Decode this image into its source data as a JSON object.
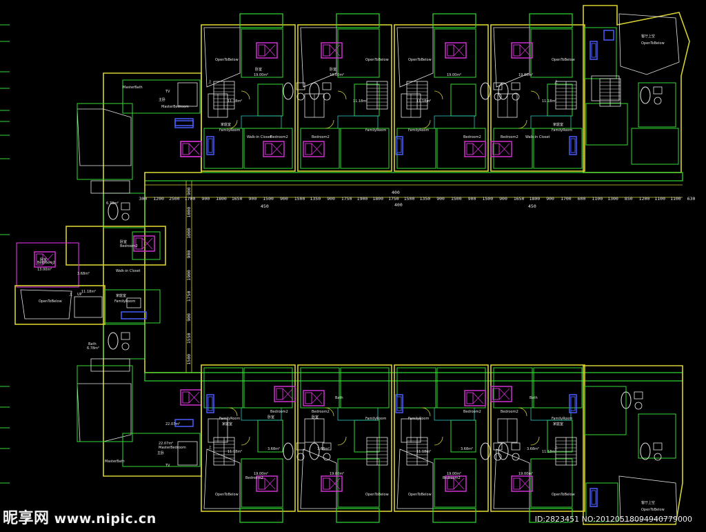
{
  "watermark": {
    "logo": "昵享网",
    "site": "www.nipic.cn",
    "image_id": "ID:2823451 NO:20120518094940779000"
  },
  "colors": {
    "background": "#000000",
    "wall": "#d8d230",
    "partition": "#33dd33",
    "bed": "#d030d0",
    "sofa": "#4a5cff",
    "fixture": "#e8e8e8",
    "dimension": "#d8d230"
  },
  "top_dimensions": [
    "300",
    "1200",
    "2500",
    "1700",
    "900",
    "1800",
    "1650",
    "900",
    "1500",
    "900",
    "1500",
    "1350",
    "900",
    "1750",
    "1900",
    "1800",
    "1750",
    "1500",
    "1350",
    "900",
    "1500",
    "900",
    "1500",
    "900",
    "1650",
    "1800",
    "900",
    "1700",
    "600",
    "1100",
    "1300",
    "850",
    "1200",
    "1100",
    "1100",
    "630"
  ],
  "top_totals": [
    "450",
    "400",
    "400",
    "450"
  ],
  "left_dimensions": [
    "900",
    "1000",
    "1000",
    "900",
    "1900",
    "1750",
    "900",
    "1550",
    "1500"
  ],
  "room_labels": {
    "open_to_below": "OpenToBelow",
    "bedroom": "Bedroom2",
    "family_room": "FamilyRoom",
    "master_bedroom": "MasterBedroom",
    "master_bath": "MasterBath",
    "walk_in_closet": "Walk-in Closet",
    "bath": "Bath",
    "area_19": "19.00m²",
    "area_11": "11.18m²",
    "area_13": "13.00m²",
    "area_3": "3.68m²",
    "area_6": "6.78m²",
    "area_22": "22.07m²",
    "up": "上",
    "up_en": "UP",
    "tv": "TV",
    "cn_bedroom": "卧室",
    "cn_family": "家庭室",
    "cn_master": "主卧",
    "cn_below": "客厅上空"
  }
}
